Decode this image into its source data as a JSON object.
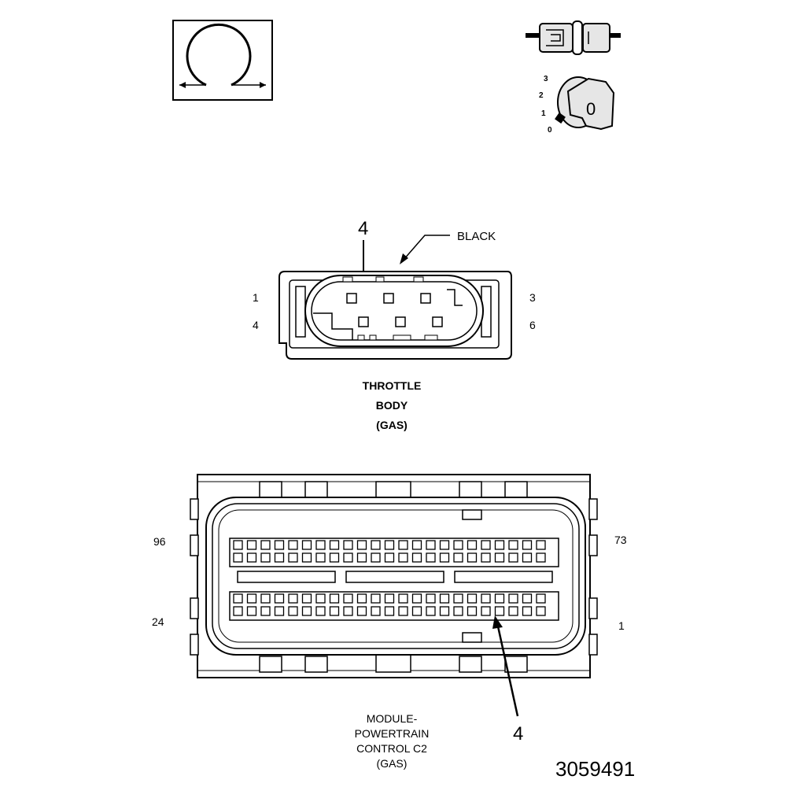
{
  "ignition_icon": {
    "positions": [
      "3",
      "2",
      "1",
      "0"
    ],
    "key_glyph": "0"
  },
  "throttle_body": {
    "color_label": "BLACK",
    "callout": "4",
    "pins": {
      "top_left": "1",
      "top_right": "3",
      "bottom_left": "4",
      "bottom_right": "6"
    },
    "label_lines": [
      "THROTTLE",
      "BODY",
      "(GAS)"
    ]
  },
  "pcm_c2": {
    "callout": "4",
    "pins": {
      "top_left": "96",
      "top_right": "73",
      "bottom_left": "24",
      "bottom_right": "1"
    },
    "label_lines": [
      "MODULE-",
      "POWERTRAIN",
      "CONTROL C2",
      "(GAS)"
    ]
  },
  "figure_number": "3059491"
}
